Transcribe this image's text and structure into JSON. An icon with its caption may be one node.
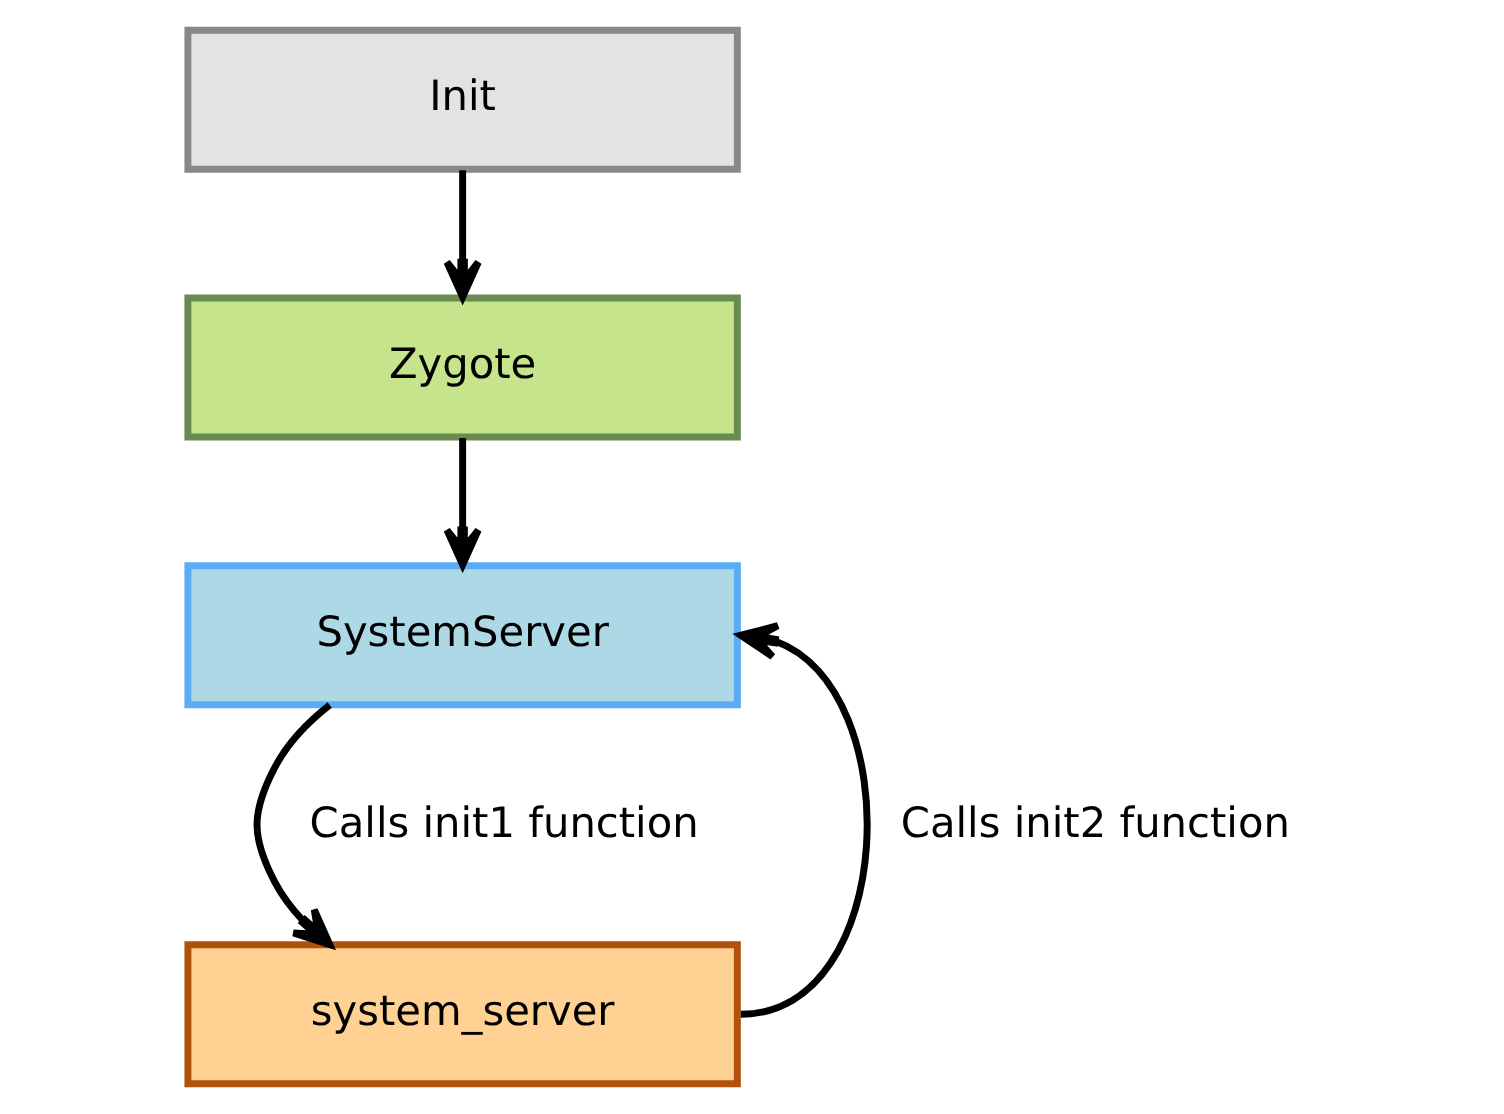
{
  "diagram": {
    "nodes": [
      {
        "text": [
          "Init"
        ]
      },
      {
        "text": [
          "Zygote"
        ]
      },
      {
        "text": [
          "SystemServer"
        ]
      },
      {
        "text": [
          "system_server"
        ]
      }
    ],
    "edges": [
      {
        "from": 0,
        "to": 1,
        "arrow": "to"
      },
      {
        "from": 1,
        "to": 2,
        "arrow": "to"
      },
      {
        "from": 2,
        "to": 3,
        "arrow": "to",
        "label": "Calls init1 function"
      },
      {
        "from": 3,
        "to": 2,
        "arrow": "to",
        "label": "Calls init2 function"
      }
    ]
  }
}
